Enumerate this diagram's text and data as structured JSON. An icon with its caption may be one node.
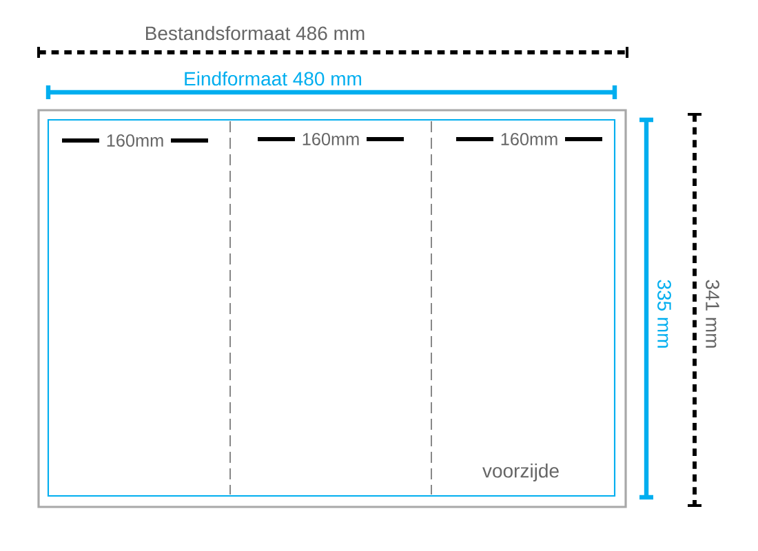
{
  "diagram": {
    "labels": [
      "Bestandsformaat 486 mm",
      "Eindformaat 480 mm",
      "160mm",
      "160mm",
      "160mm",
      "335 mm",
      "341 mm",
      "voorzijde"
    ]
  }
}
